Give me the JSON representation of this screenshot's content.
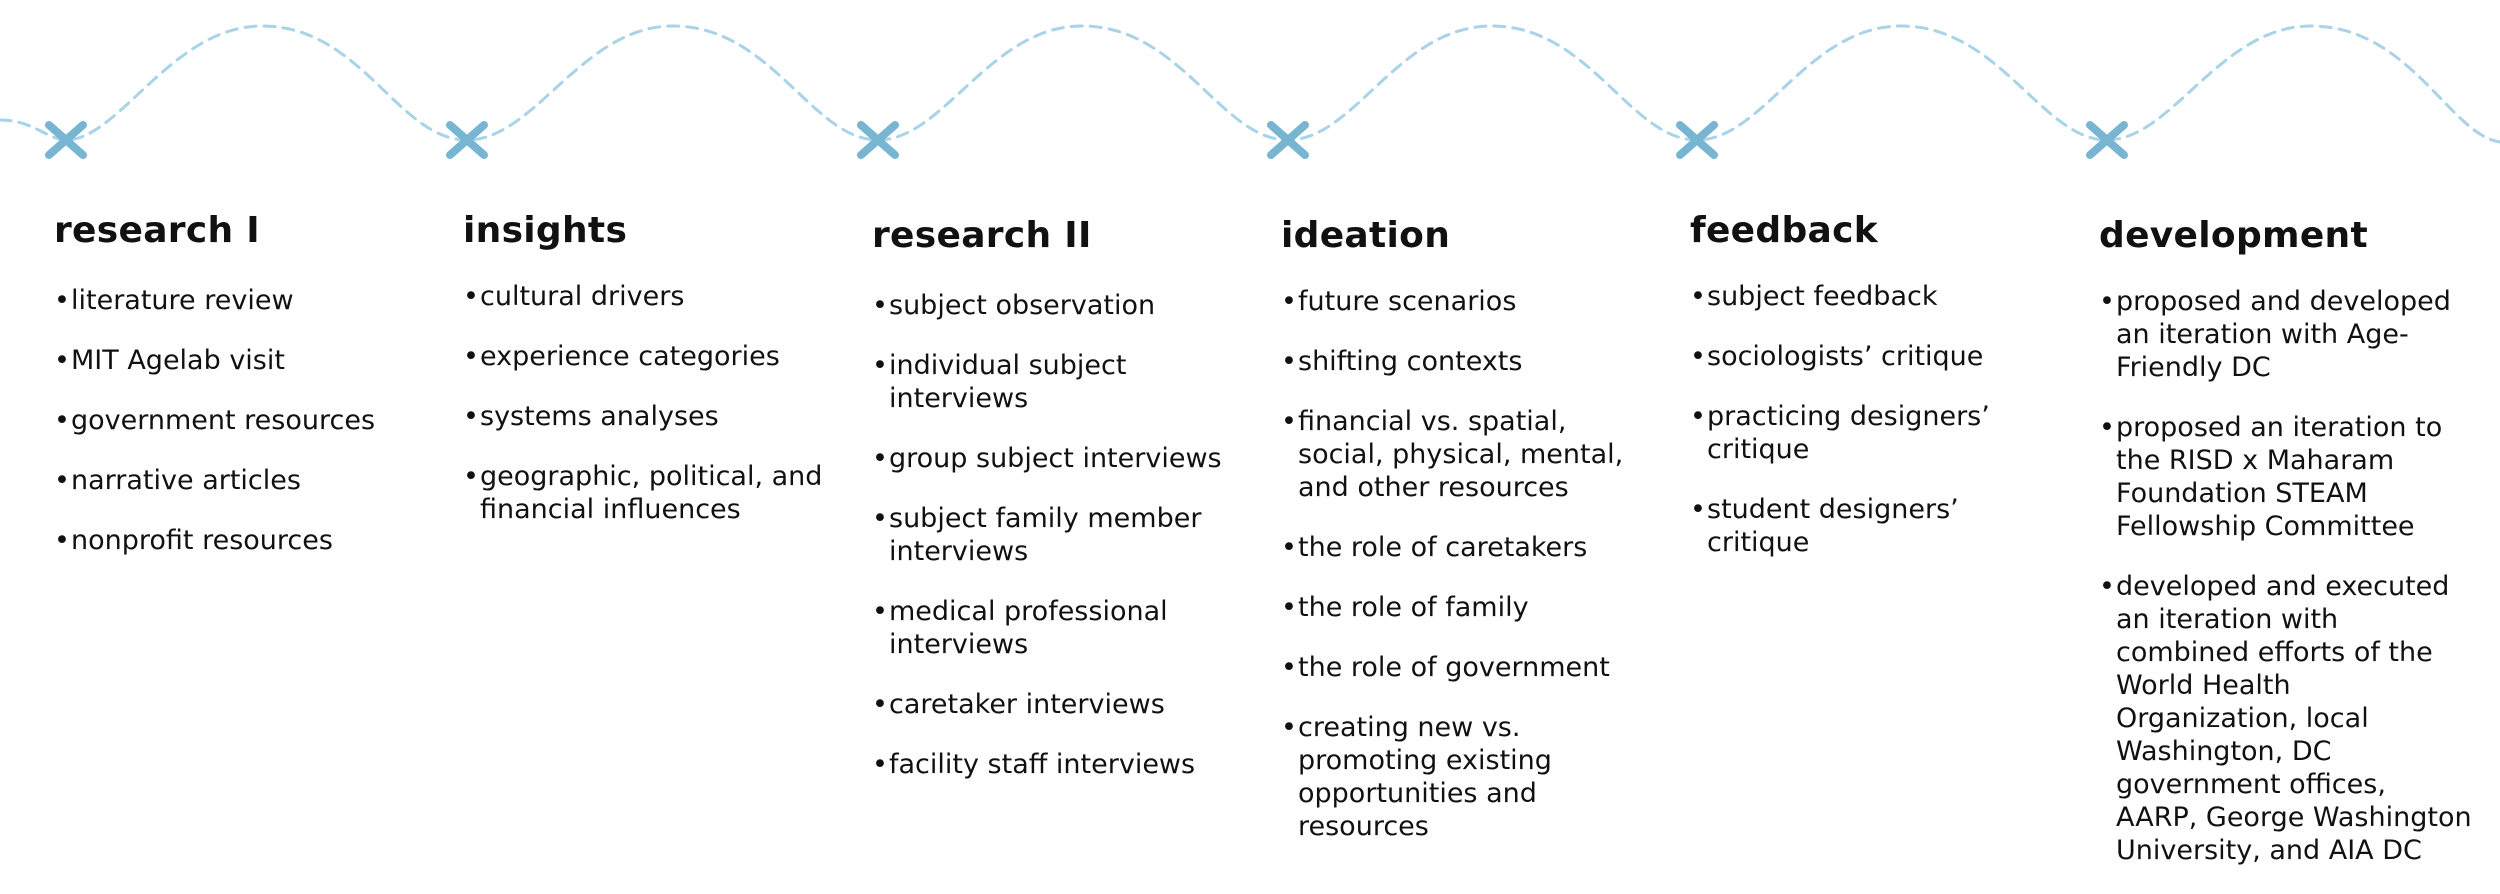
{
  "colors": {
    "wave": "#a8d3e8",
    "marker": "#77b5d3",
    "text": "#111111"
  },
  "stages": [
    {
      "title": "research I",
      "items": [
        "literature review",
        "MIT Agelab visit",
        "government resources",
        "narrative articles",
        "nonprofit resources"
      ]
    },
    {
      "title": "insights",
      "items": [
        "cultural drivers",
        "experience categories",
        "systems analyses",
        "geographic, political, and financial influences"
      ]
    },
    {
      "title": "research II",
      "items": [
        "subject observation",
        "individual subject interviews",
        "group subject interviews",
        "subject family member interviews",
        "medical professional interviews",
        "caretaker interviews",
        "facility staff interviews"
      ]
    },
    {
      "title": "ideation",
      "items": [
        "future scenarios",
        "shifting contexts",
        "financial vs. spatial, social, physical, mental, and other resources",
        "the role of caretakers",
        "the role of family",
        "the role of government",
        "creating new vs. promoting existing opportunities and resources"
      ]
    },
    {
      "title": "feedback",
      "items": [
        "subject feedback",
        "sociologists’ critique",
        "practicing designers’ critique",
        "student designers’ critique"
      ]
    },
    {
      "title": "development",
      "items": [
        "proposed and developed an iteration with Age-Friendly DC",
        "proposed an iteration to the RISD x Maharam Foundation STEAM Fellowship Committee",
        "developed and executed an iteration with combined efforts of the World Health Organization, local Washington, DC government offices, AARP, George Washington University, and AIA DC"
      ]
    }
  ]
}
